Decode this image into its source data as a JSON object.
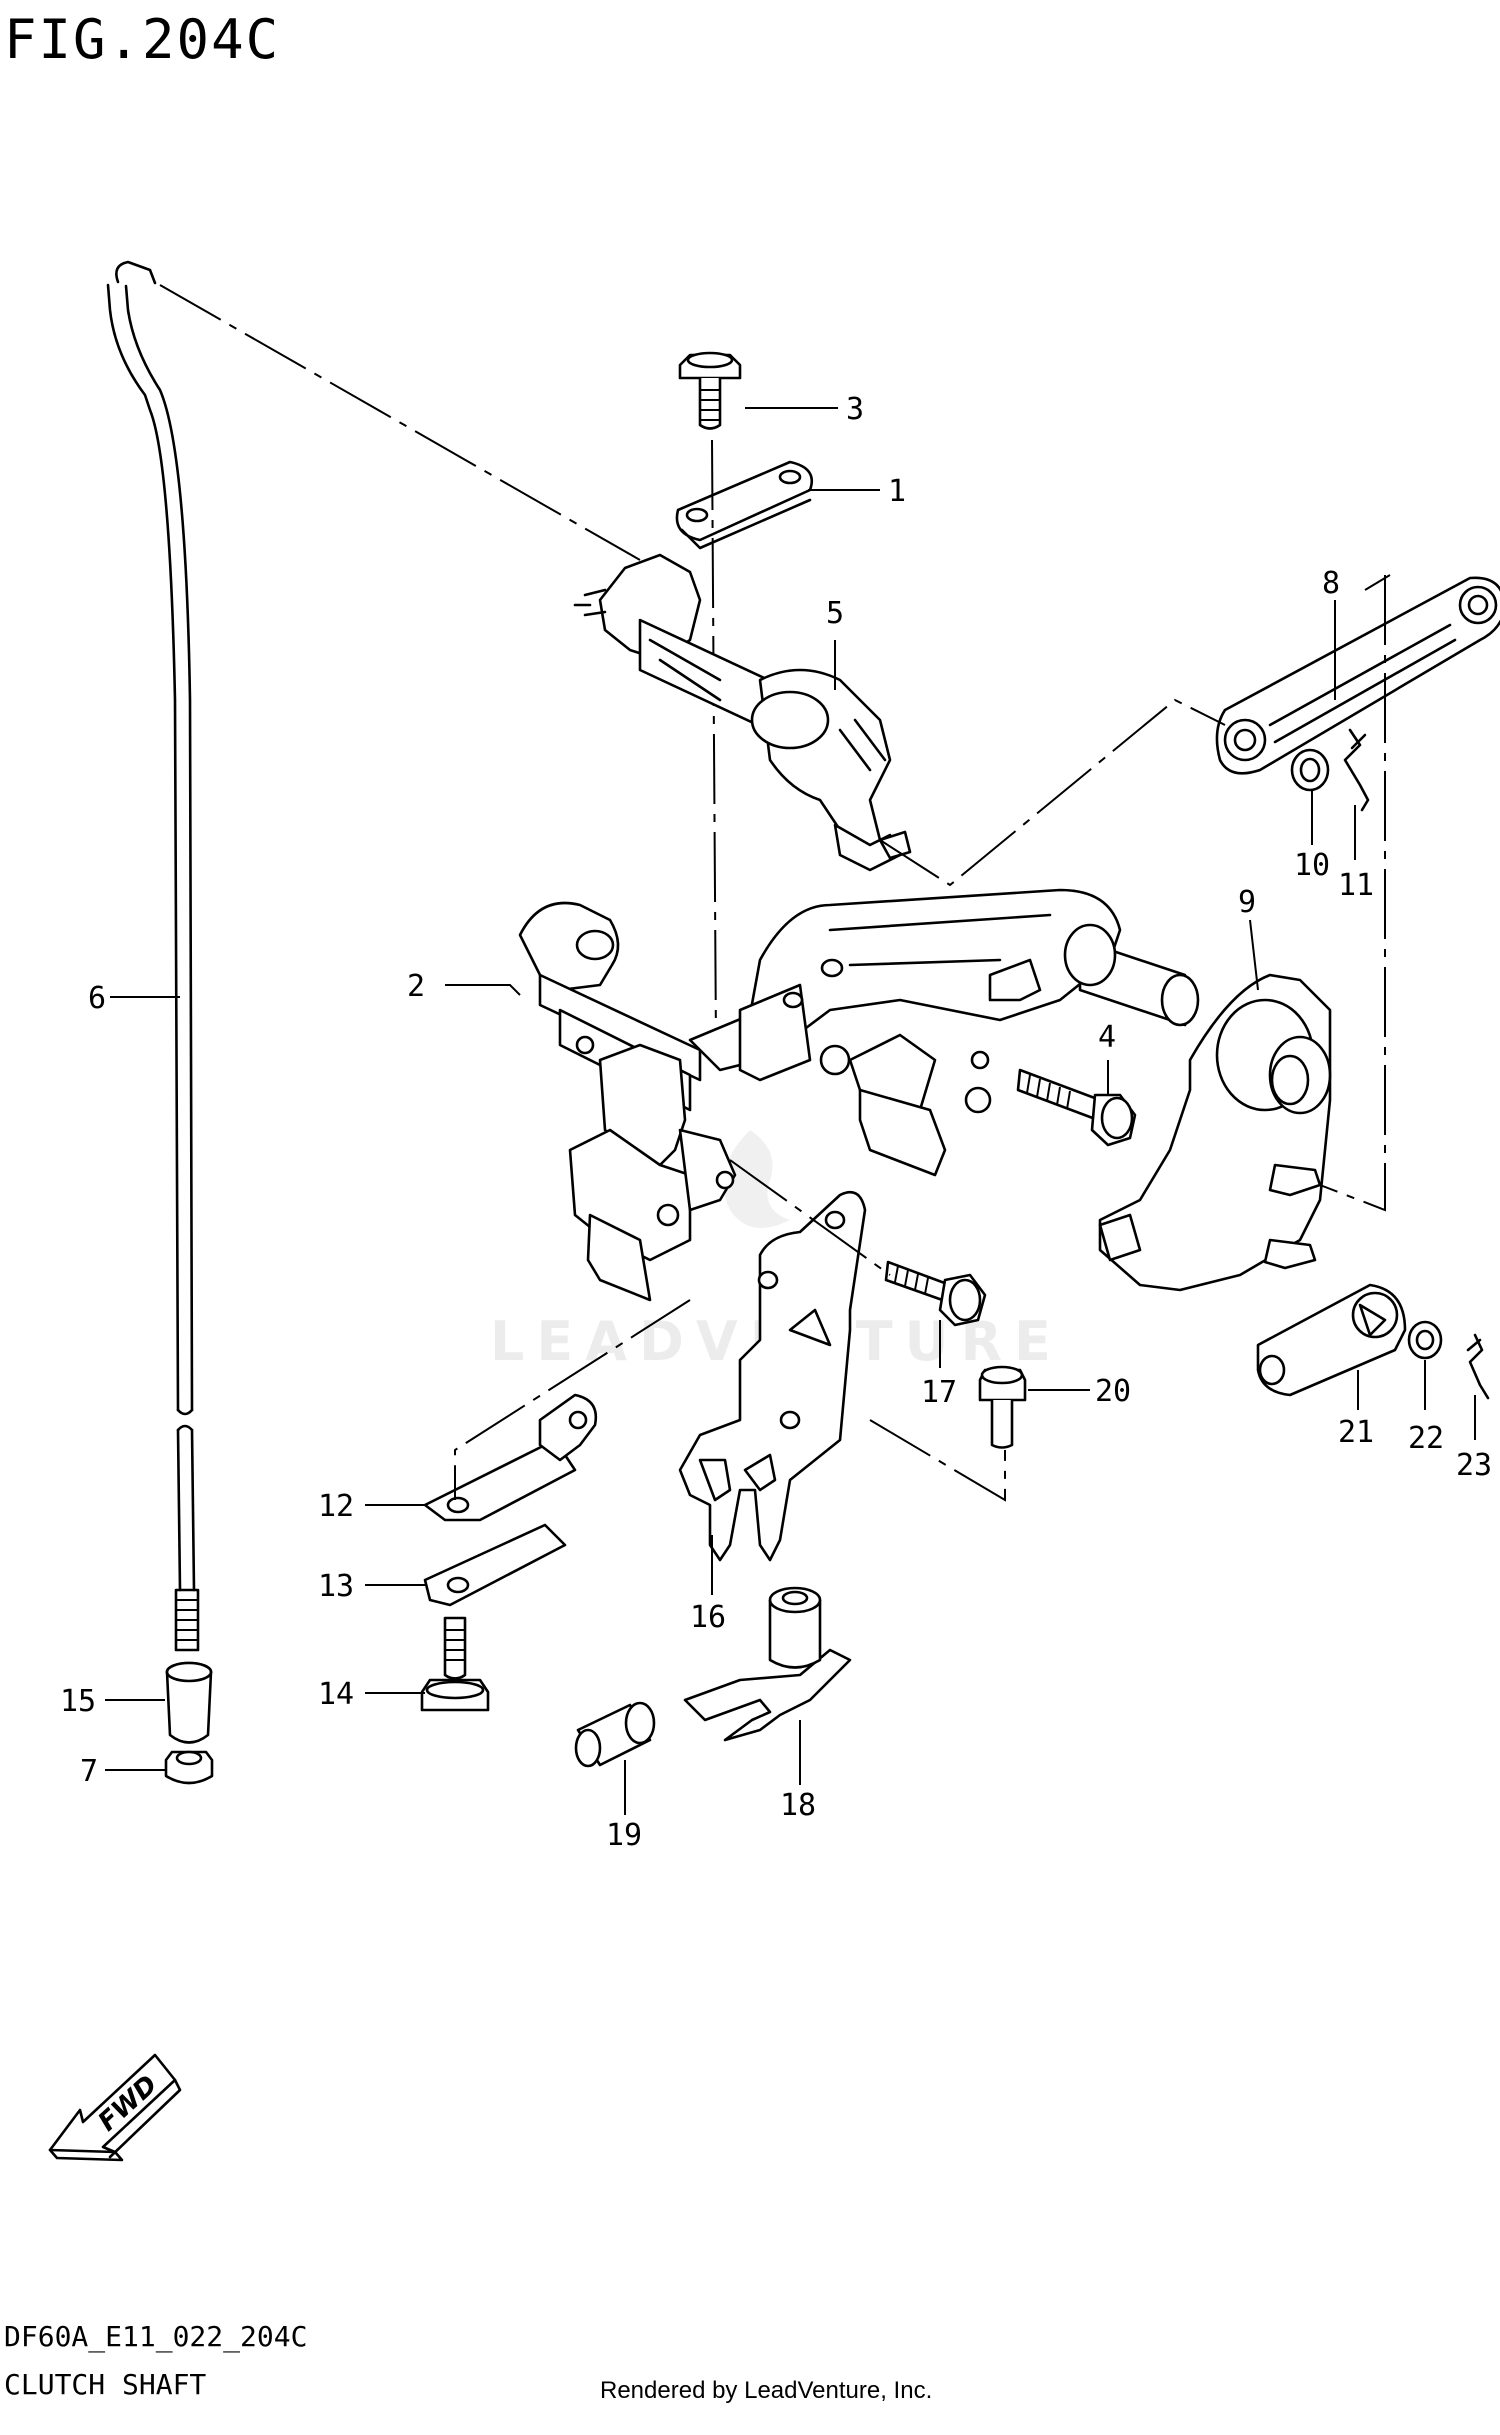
{
  "figure": {
    "title": "FIG.204C",
    "code": "DF60A_E11_022_204C",
    "name": "CLUTCH SHAFT",
    "credit": "Rendered by LeadVenture, Inc.",
    "watermark": "LEADVENTURE",
    "direction": "FWD"
  },
  "callouts": [
    "1",
    "2",
    "3",
    "4",
    "5",
    "6",
    "7",
    "8",
    "9",
    "10",
    "11",
    "12",
    "13",
    "14",
    "15",
    "16",
    "17",
    "18",
    "19",
    "20",
    "21",
    "22",
    "23"
  ]
}
